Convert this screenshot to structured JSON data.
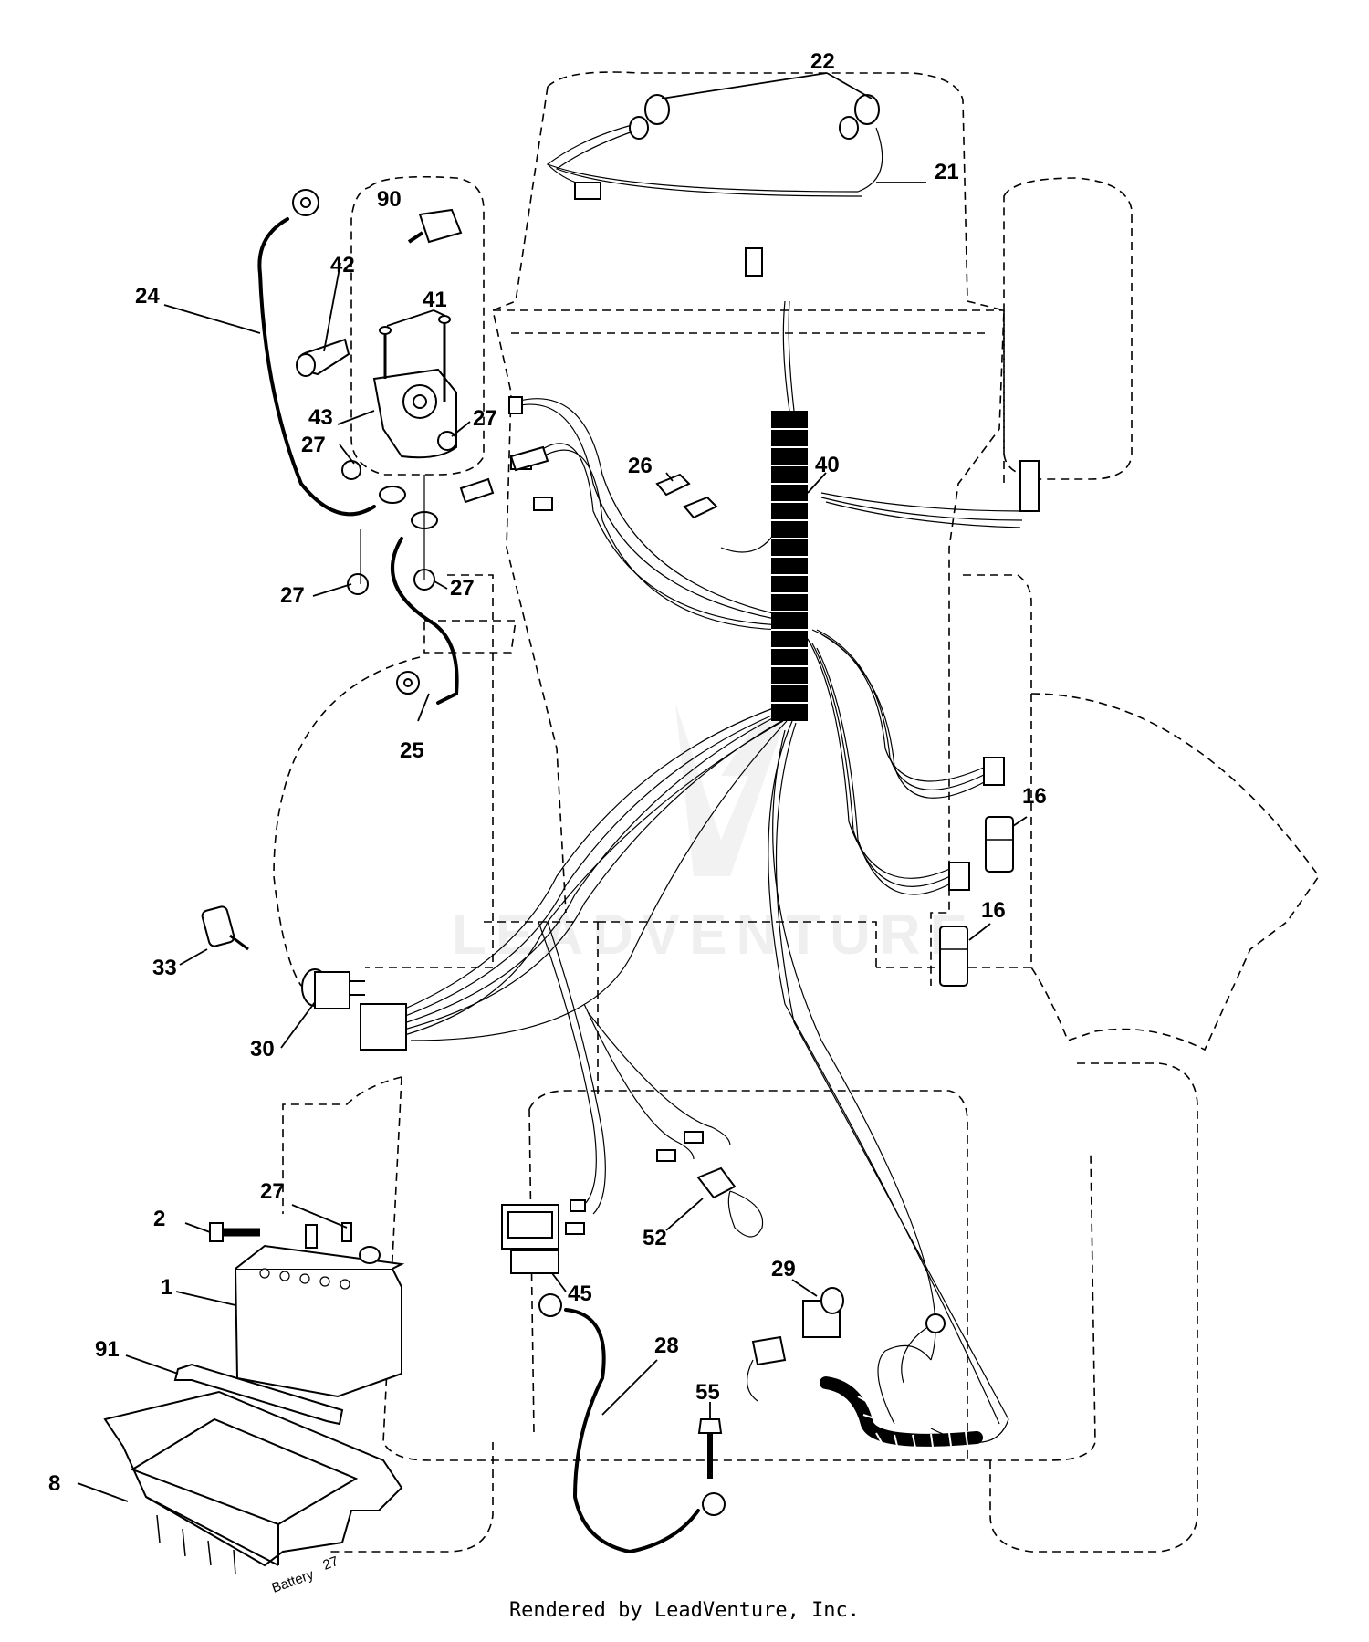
{
  "callouts": {
    "c1": "1",
    "c2": "2",
    "c8": "8",
    "c16a": "16",
    "c16b": "16",
    "c21": "21",
    "c22": "22",
    "c24": "24",
    "c25": "25",
    "c26": "26",
    "c27a": "27",
    "c27b": "27",
    "c27c": "27",
    "c27d": "27",
    "c27e": "27",
    "c28": "28",
    "c29": "29",
    "c30": "30",
    "c33": "33",
    "c40": "40",
    "c41": "41",
    "c42": "42",
    "c43": "43",
    "c45": "45",
    "c52": "52",
    "c55": "55",
    "c90": "90",
    "c91": "91"
  },
  "battery_tray_label": "Battery",
  "battery_tray_number": "27",
  "watermark": "LEADVENTURE",
  "footer": "Rendered by LeadVenture, Inc."
}
